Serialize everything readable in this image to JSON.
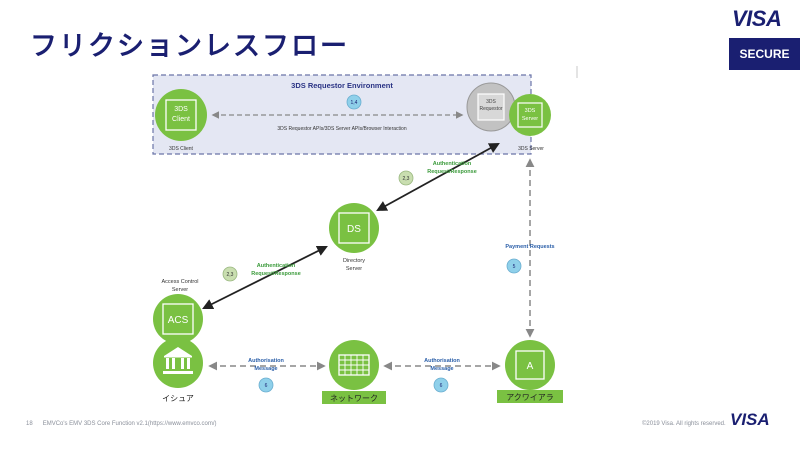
{
  "header": {
    "title": "フリクションレスフロー",
    "logo": "VISA",
    "badge": "SECURE"
  },
  "requestor_env": {
    "label": "3DS Requestor Environment",
    "interaction": "3DS Requestor APIs/3DS Server APIs/Browser Interaction",
    "step_1_4": "1,4"
  },
  "nodes": {
    "client": {
      "line1": "3DS",
      "line2": "Client",
      "caption": "3DS Client"
    },
    "requestor": {
      "line1": "3DS",
      "line2": "Requestor"
    },
    "server": {
      "line1": "3DS",
      "line2": "Server",
      "caption": "3DS Server"
    },
    "ds": {
      "label": "DS",
      "caption_line1": "Directory",
      "caption_line2": "Server"
    },
    "acs": {
      "label": "ACS",
      "caption_line1": "Access Control",
      "caption_line2": "Server"
    },
    "issuer": {
      "caption": "イシュア"
    },
    "network": {
      "caption": "ネットワーク"
    },
    "acquirer": {
      "label": "A",
      "caption": "アクワイアラ"
    }
  },
  "flows": {
    "auth_upper": {
      "line1": "Authentication",
      "line2": "Request/Response",
      "step": "2,3"
    },
    "auth_lower": {
      "line1": "Authentication",
      "line2": "Request/Response",
      "step": "2,3"
    },
    "payment": {
      "label": "Payment Requests",
      "step": "5"
    },
    "authorisation_left": {
      "line1": "Authorisation",
      "line2": "Message",
      "step": "6"
    },
    "authorisation_right": {
      "line1": "Authorisation",
      "line2": "Message",
      "step": "6"
    }
  },
  "footer": {
    "page": "18",
    "source": "EMVCo's EMV 3DS Core Function v2.1(https://www.emvco.com/)",
    "copyright": "©2019 Visa. All rights reserved.",
    "logo": "VISA"
  },
  "colors": {
    "brand_navy": "#1a1f71",
    "node_green": "#7ac142",
    "step_blue": "#8fd0ea",
    "step_green": "#c9deb0",
    "flow_green": "#3a9a3a",
    "flow_blue": "#2a5ea8",
    "env_fill": "#e4e7f3"
  }
}
